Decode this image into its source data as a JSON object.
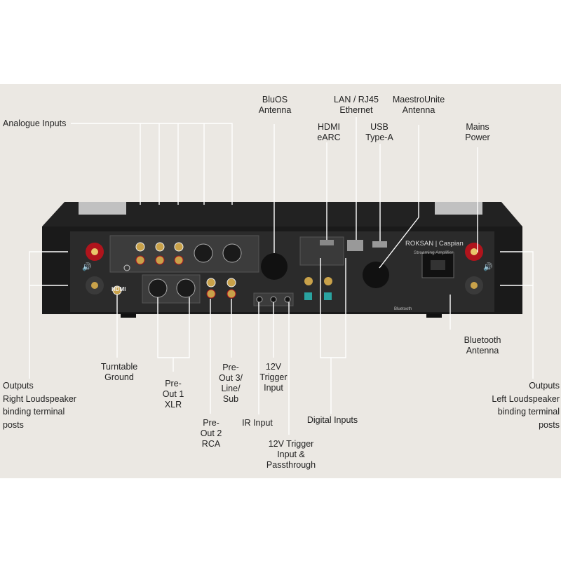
{
  "colors": {
    "background": "#ebe8e3",
    "chassis": "#1a1a1a",
    "panel": "#2b2b2b",
    "leader_line": "#ffffff",
    "binding_post_red": "#b0141c",
    "rca_gold": "#c9a24a",
    "optical_teal": "#2aa3a0"
  },
  "device_panel_text": {
    "brand": "ROKSAN | Caspian",
    "subtitle": "Streaming Amplifier",
    "hdmi_logo": "HDMI",
    "bluetooth_mark": "Bluetooth"
  },
  "callouts": {
    "analogue_inputs": [
      "Analogue Inputs"
    ],
    "bluos_antenna": [
      "BluOS",
      "Antenna"
    ],
    "lan_ethernet": [
      "LAN / RJ45",
      "Ethernet"
    ],
    "maestrounite_antenna": [
      "MaestroUnite",
      "Antenna"
    ],
    "hdmi_earc": [
      "HDMI",
      "eARC"
    ],
    "usb_type_a": [
      "USB",
      "Type-A"
    ],
    "mains_power": [
      "Mains",
      "Power"
    ],
    "outputs_right": [
      "Outputs",
      "Right Loudspeaker",
      "binding terminal",
      "posts"
    ],
    "turntable_ground": [
      "Turntable",
      "Ground"
    ],
    "pre_out_1_xlr": [
      "Pre-",
      "Out 1",
      "XLR"
    ],
    "pre_out_3": [
      "Pre-",
      "Out 3/",
      "Line/",
      "Sub"
    ],
    "trigger_input": [
      "12V",
      "Trigger",
      "Input"
    ],
    "pre_out_2_rca": [
      "Pre-",
      "Out 2",
      "RCA"
    ],
    "ir_input": [
      "IR Input"
    ],
    "digital_inputs": [
      "Digital Inputs"
    ],
    "trigger_passthrough": [
      "12V Trigger",
      "Input &",
      "Passthrough"
    ],
    "bluetooth_antenna": [
      "Bluetooth",
      "Antenna"
    ],
    "outputs_left": [
      "Outputs",
      "Left Loudspeaker",
      "binding terminal",
      "posts"
    ]
  }
}
